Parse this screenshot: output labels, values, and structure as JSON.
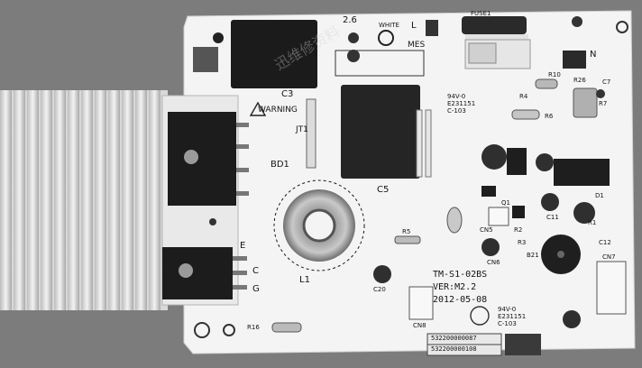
{
  "board_text": {
    "model": "TM-S1-02BS",
    "version": "VER:M2.2",
    "date": "2012-05-08",
    "warning": "WARNING",
    "white": "WHITE",
    "fuse": "FUSE1",
    "mes": "MES",
    "cert": "94V-0",
    "file_no": "E231151",
    "cert_code": "C-103",
    "part_no_1": "532200000087",
    "part_no_2": "532200000108"
  },
  "designators": {
    "c3": "C3",
    "c5": "C5",
    "l1": "L1",
    "bd1": "BD1",
    "jt1": "JT1",
    "e": "E",
    "c": "C",
    "g": "G",
    "l": "L",
    "n": "N",
    "val_26": "2.6",
    "r10": "R10",
    "r26": "R26",
    "r1": "R1",
    "r2": "R2",
    "r3": "R3",
    "r4": "R4",
    "r5": "R5",
    "r6": "R6",
    "r7": "R7",
    "r16": "R16",
    "c7": "C7",
    "c20": "C20",
    "c11": "C11",
    "c12": "C12",
    "d1": "D1",
    "q1": "Q1",
    "b21": "B21",
    "cn5": "CN5",
    "cn6": "CN6",
    "cn7": "CN7",
    "cn8": "CN8"
  },
  "watermark": "迅维修资料"
}
